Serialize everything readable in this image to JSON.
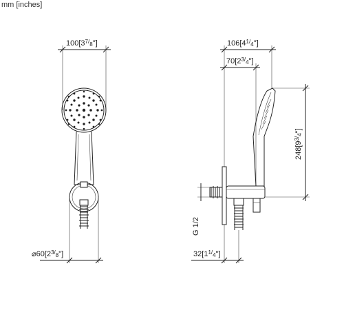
{
  "header": {
    "units": "mm [inches]"
  },
  "dimensions": {
    "head_width": {
      "mm": "100",
      "in_whole": "3",
      "in_num": "7",
      "in_den": "8"
    },
    "depth_total": {
      "mm": "106",
      "in_whole": "4",
      "in_num": "1",
      "in_den": "4"
    },
    "depth_bracket": {
      "mm": "70",
      "in_whole": "2",
      "in_num": "3",
      "in_den": "4"
    },
    "height": {
      "mm": "248",
      "in_whole": "9",
      "in_num": "3",
      "in_den": "4"
    },
    "thread": {
      "label": "G 1/2"
    },
    "diameter": {
      "symbol": "⌀",
      "mm": "60",
      "in_whole": "2",
      "in_num": "3",
      "in_den": "8"
    },
    "wall_gap": {
      "mm": "32",
      "in_whole": "1",
      "in_num": "1",
      "in_den": "4"
    }
  }
}
